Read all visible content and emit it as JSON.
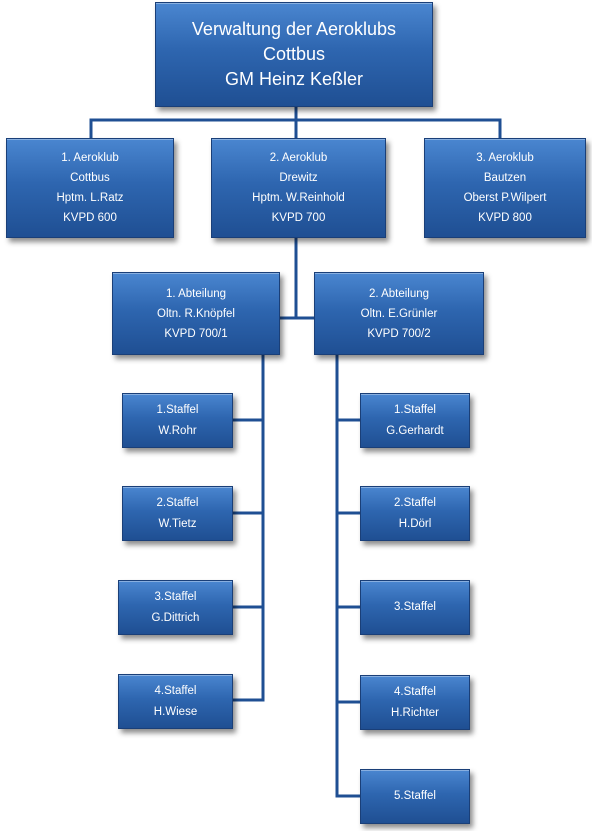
{
  "root": {
    "line1": "Verwaltung der Aeroklubs",
    "line2": "Cottbus",
    "line3": "GM Heinz Keßler"
  },
  "clubs": [
    {
      "line1": "1. Aeroklub",
      "line2": "Cottbus",
      "line3": "Hptm. L.Ratz",
      "line4": "KVPD 600"
    },
    {
      "line1": "2. Aeroklub",
      "line2": "Drewitz",
      "line3": "Hptm. W.Reinhold",
      "line4": "KVPD 700"
    },
    {
      "line1": "3. Aeroklub",
      "line2": "Bautzen",
      "line3": "Oberst P.Wilpert",
      "line4": "KVPD 800"
    }
  ],
  "abteilungen": [
    {
      "line1": "1. Abteilung",
      "line2": "Oltn. R.Knöpfel",
      "line3": "KVPD 700/1"
    },
    {
      "line1": "2. Abteilung",
      "line2": "Oltn. E.Grünler",
      "line3": "KVPD 700/2"
    }
  ],
  "staffeln_left": [
    {
      "line1": "1.Staffel",
      "line2": "W.Rohr"
    },
    {
      "line1": "2.Staffel",
      "line2": "W.Tietz"
    },
    {
      "line1": "3.Staffel",
      "line2": "G.Dittrich"
    },
    {
      "line1": "4.Staffel",
      "line2": "H.Wiese"
    }
  ],
  "staffeln_right": [
    {
      "line1": "1.Staffel",
      "line2": "G.Gerhardt"
    },
    {
      "line1": "2.Staffel",
      "line2": "H.Dörl"
    },
    {
      "line1": "3.Staffel"
    },
    {
      "line1": "4.Staffel",
      "line2": "H.Richter"
    },
    {
      "line1": "5.Staffel"
    }
  ],
  "colors": {
    "box_top": "#4a86d0",
    "box_bottom": "#1f4f93",
    "connector": "#1f4f93",
    "text": "#ffffff"
  }
}
